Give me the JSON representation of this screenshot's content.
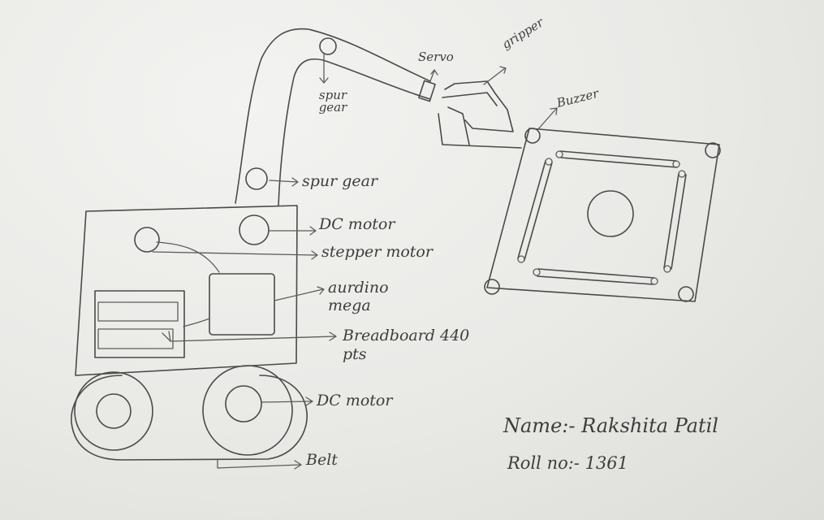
{
  "labels": {
    "spur_gear_top": "spur gear",
    "servo": "Servo",
    "gripper": "gripper",
    "buzzer": "Buzzer",
    "spur_gear_mid": "spur gear",
    "dc_motor_top": "DC motor",
    "stepper_motor": "stepper motor",
    "arduino_mega": "aurdino mega",
    "breadboard": "Breadboard 440 pts",
    "dc_motor_bottom": "DC motor",
    "belt": "Belt"
  },
  "footer": {
    "name_line": "Name:- Rakshita Patil",
    "roll_line": "Roll no:- 1361"
  },
  "colors": {
    "paper": "#e9e9e6",
    "pencil": "#4a4a4a"
  }
}
